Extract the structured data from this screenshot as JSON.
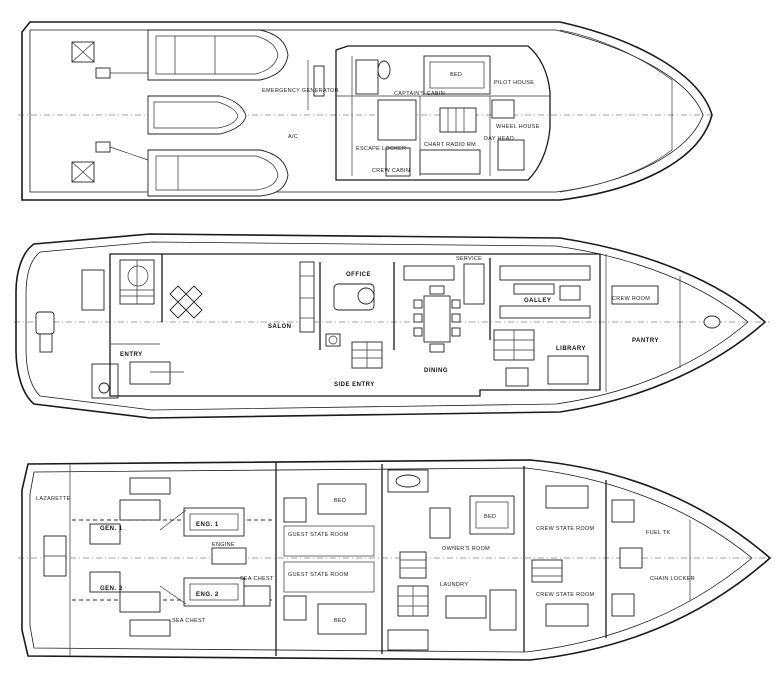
{
  "decks": {
    "sun_deck": {
      "labels": {
        "bed": "BED",
        "pilot_house": "PILOT HOUSE",
        "captains_cabin": "CAPTAIN'S CABIN",
        "emergency_generator": "EMERGENCY GENERATOR",
        "a_c": "A/C",
        "escape_locker": "ESCAPE LOCKER",
        "chart_radio_room": "CHART RADIO RM",
        "day_head": "DAY HEAD",
        "crew_cabin": "CREW CABIN",
        "wheel_house": "WHEEL HOUSE"
      }
    },
    "main_deck": {
      "labels": {
        "salon": "SALON",
        "entry": "ENTRY",
        "office": "OFFICE",
        "dining": "DINING",
        "galley": "GALLEY",
        "library": "LIBRARY",
        "pantry": "PANTRY",
        "side_entry": "SIDE ENTRY",
        "crew_room": "CREW ROOM",
        "service": "SERVICE"
      }
    },
    "lower_deck": {
      "labels": {
        "eng_1": "ENG. 1",
        "eng_2": "ENG. 2",
        "engine": "ENGINE",
        "gen_1": "GEN. 1",
        "gen_2": "GEN. 2",
        "sea_chest_1": "SEA CHEST",
        "sea_chest_2": "SEA CHEST",
        "guest_stateroom_1": "GUEST STATE ROOM",
        "guest_stateroom_2": "GUEST STATE ROOM",
        "owners_room": "OWNER'S ROOM",
        "crew_stateroom_1": "CREW STATE ROOM",
        "crew_stateroom_2": "CREW STATE ROOM",
        "chain_locker": "CHAIN LOCKER",
        "bed_1": "BED",
        "bed_2": "BED",
        "bed_3": "BED",
        "laundry": "LAUNDRY",
        "lazarette": "LAZARETTE",
        "fuel_tk": "FUEL TK"
      }
    }
  }
}
